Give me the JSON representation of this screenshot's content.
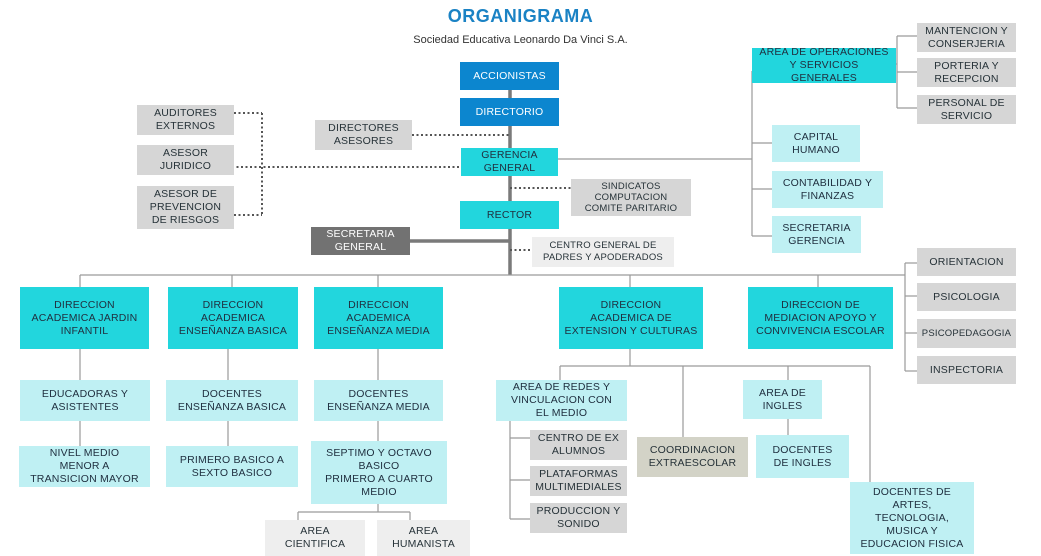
{
  "header": {
    "title": "ORGANIGRAMA",
    "subtitle": "Sociedad Educativa Leonardo Da Vinci S.A."
  },
  "nodes": {
    "accionistas": "ACCIONISTAS",
    "directorio": "DIRECTORIO",
    "gerencia": "GERENCIA\nGENERAL",
    "rector": "RECTOR",
    "secretaria_general": "SECRETARIA\nGENERAL",
    "directores_asesores": "DIRECTORES\nASESORES",
    "auditores": "AUDITORES\nEXTERNOS",
    "asesor_juridico": "ASESOR\nJURIDICO",
    "asesor_prevencion": "ASESOR DE\nPREVENCION\nDE RIESGOS",
    "sindicatos": "SINDICATOS\nCOMPUTACION\nCOMITE PARITARIO",
    "centro_padres": "CENTRO GENERAL DE\nPADRES Y APODERADOS",
    "area_operaciones": "AREA DE OPERACIONES\nY SERVICIOS GENERALES",
    "mantencion": "MANTENCION Y\nCONSERJERIA",
    "porteria": "PORTERIA Y\nRECEPCION",
    "personal_servicio": "PERSONAL DE\nSERVICIO",
    "capital_humano": "CAPITAL\nHUMANO",
    "contabilidad": "CONTABILIDAD Y\nFINANZAS",
    "secretaria_gerencia": "SECRETARIA\nGERENCIA",
    "dir_jardin": "DIRECCION\nACADEMICA JARDIN\nINFANTIL",
    "dir_basica": "DIRECCION\nACADEMICA\nENSEÑANZA BASICA",
    "dir_media": "DIRECCION\nACADEMICA\nENSEÑANZA MEDIA",
    "dir_extension": "DIRECCION\nACADEMICA DE\nEXTENSION Y CULTURAS",
    "dir_mediacion": "DIRECCION DE\nMEDIACION APOYO Y\nCONVIVENCIA ESCOLAR",
    "educadoras": "EDUCADORAS Y\nASISTENTES",
    "nivel_medio": "NIVEL MEDIO\nMENOR A\nTRANSICION MAYOR",
    "docentes_basica": "DOCENTES\nENSEÑANZA BASICA",
    "primero_basico": "PRIMERO BASICO A\nSEXTO BASICO",
    "docentes_media": "DOCENTES\nENSEÑANZA MEDIA",
    "septimo": "SEPTIMO Y OCTAVO\nBASICO\nPRIMERO A CUARTO\nMEDIO",
    "area_cientifica": "AREA\nCIENTIFICA",
    "area_humanista": "AREA\nHUMANISTA",
    "area_redes": "AREA DE REDES Y\nVINCULACION CON\nEL MEDIO",
    "centro_ex_alumnos": "CENTRO DE EX\nALUMNOS",
    "plataformas": "PLATAFORMAS\nMULTIMEDIALES",
    "produccion": "PRODUCCION Y\nSONIDO",
    "coordinacion": "COORDINACION\nEXTRAESCOLAR",
    "area_ingles": "AREA DE\nINGLES",
    "docentes_ingles": "DOCENTES\nDE INGLES",
    "docentes_artes": "DOCENTES DE\nARTES,\nTECNOLOGIA,\nMUSICA Y\nEDUCACION FISICA",
    "orientacion": "ORIENTACION",
    "psicologia": "PSICOLOGIA",
    "psicopedagogia": "PSICOPEDAGOGIA",
    "inspectoria": "INSPECTORIA"
  }
}
